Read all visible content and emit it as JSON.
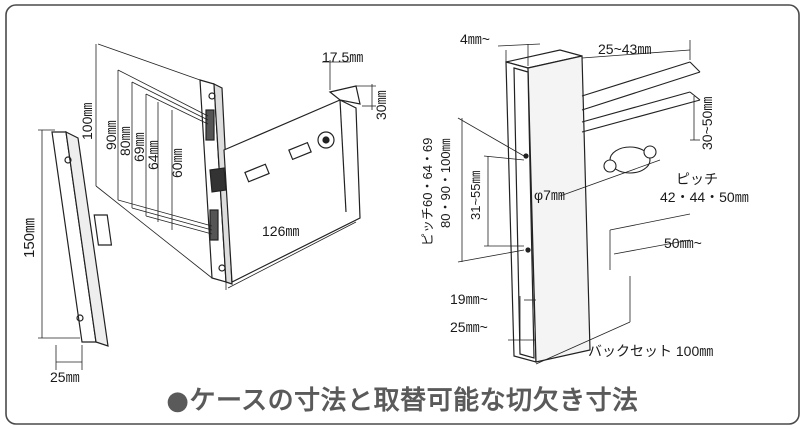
{
  "title": "ケースの寸法と取替可能な切欠き寸法",
  "title_bullet": "●",
  "left_figure": {
    "dim_depth_top": "17.5㎜",
    "dim_height_right": "30㎜",
    "dim_100": "100㎜",
    "dim_90": "90㎜",
    "dim_80": "80㎜",
    "dim_69": "69㎜",
    "dim_64": "64㎜",
    "dim_60": "60㎜",
    "dim_126": "126㎜",
    "dim_150": "150㎜",
    "dim_25": "25㎜"
  },
  "right_figure": {
    "dim_4": "4㎜~",
    "dim_25_43": "25~43㎜",
    "dim_30_50": "30~50㎜",
    "pitch_label_1": "ピッチ60・64・69",
    "pitch_label_2": "80・90・100㎜",
    "dim_31_55": "31~55㎜",
    "dim_phi7": "φ7㎜",
    "pitch_label_3": "ピッチ",
    "pitch_label_4": "42・44・50㎜",
    "dim_50": "50㎜~",
    "dim_19": "19㎜~",
    "dim_25b": "25㎜~",
    "backset": "バックセット 100㎜"
  }
}
